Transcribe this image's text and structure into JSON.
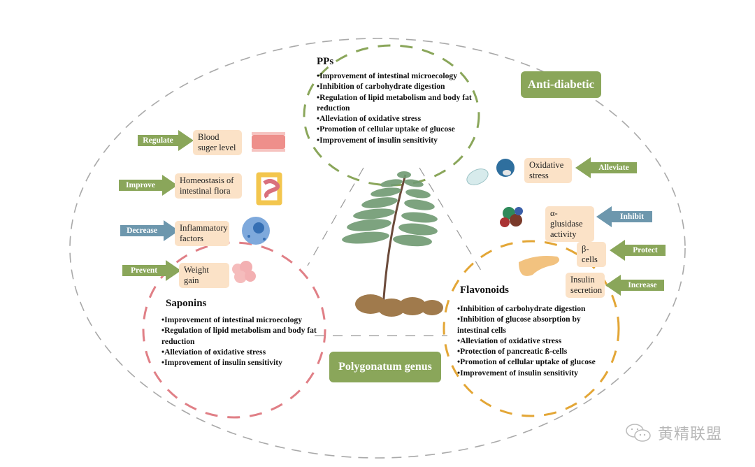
{
  "colors": {
    "green": "#8aa65a",
    "blue": "#6d97ad",
    "peach": "#fbe2c7",
    "pps_ring": "#8aa65a",
    "saponins_ring": "#e07f86",
    "flavonoids_ring": "#e3a636",
    "outer_ring": "#a9a9a9"
  },
  "badges": {
    "anti_diabetic": "Anti-diabetic",
    "polygonatum": "Polygonatum genus"
  },
  "groups": {
    "pps": {
      "title": "PPs",
      "items": [
        "Improvement of intestinal microecology",
        "Inhibition of carbohydrate digestion",
        "Regulation of lipid metabolism and body fat reduction",
        "Alleviation of oxidative stress",
        "Promotion of cellular uptake of glucose",
        "Improvement of insulin sensitivity"
      ]
    },
    "saponins": {
      "title": "Saponins",
      "items": [
        "Improvement of intestinal microecology",
        "Regulation of lipid metabolism and body fat reduction",
        "Alleviation of oxidative stress",
        "Improvement of insulin sensitivity"
      ]
    },
    "flavonoids": {
      "title": "Flavonoids",
      "items": [
        "Inhibition of carbohydrate digestion",
        "Inhibition of glucose absorption by intestinal cells",
        "Alleviation of oxidative stress",
        "Protection of pancreatic ß-cells",
        "Promotion of cellular uptake of glucose",
        "Improvement of insulin sensitivity"
      ]
    }
  },
  "effects_left": [
    {
      "action": "Regulate",
      "target": "Blood suger level",
      "color": "green",
      "icon": "blood-vessel"
    },
    {
      "action": "Improve",
      "target": "Homeostasis of intestinal flora",
      "color": "green",
      "icon": "intestine"
    },
    {
      "action": "Decrease",
      "target": "Inflammatory factors",
      "color": "blue",
      "icon": "immune-cell"
    },
    {
      "action": "Prevent",
      "target": "Weight gain",
      "color": "green",
      "icon": "fat-tissue"
    }
  ],
  "effects_right": [
    {
      "action": "Alleviate",
      "target": "Oxidative stress",
      "color": "green",
      "icon": "mitochondria-cell"
    },
    {
      "action": "Inhibit",
      "target": "α-glusidase activity",
      "color": "blue",
      "icon": "enzyme-protein"
    },
    {
      "action": "Protect",
      "target": "β-cells",
      "color": "green",
      "icon": "pancreas"
    },
    {
      "action": "Increase",
      "target": "Insulin secretion",
      "color": "green",
      "icon": "pancreas"
    }
  ],
  "watermark": {
    "text": "黄精联盟",
    "icon": "wechat-icon"
  }
}
